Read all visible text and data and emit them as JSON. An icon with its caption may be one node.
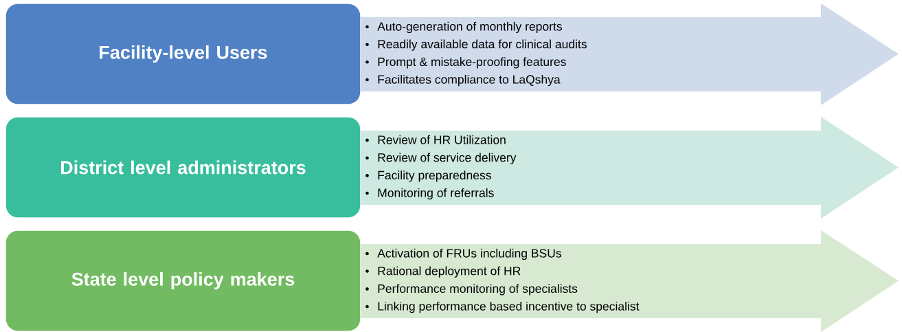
{
  "diagram": {
    "nodes": [
      {
        "text": [
          "Facility-level Users"
        ]
      },
      {
        "text": [
          "Auto-generation of monthly reports",
          "Readily available data for clinical audits",
          "Prompt & mistake-proofing features",
          "Facilitates compliance to LaQshya"
        ]
      },
      {
        "text": [
          "District level administrators"
        ]
      },
      {
        "text": [
          "Review of HR Utilization",
          "Review of service delivery",
          "Facility preparedness",
          "Monitoring of referrals"
        ]
      },
      {
        "text": [
          "State level policy makers"
        ]
      },
      {
        "text": [
          "Activation of FRUs including BSUs",
          "Rational deployment of HR",
          "Performance monitoring of specialists",
          "Linking performance based incentive to specialist"
        ]
      }
    ]
  }
}
